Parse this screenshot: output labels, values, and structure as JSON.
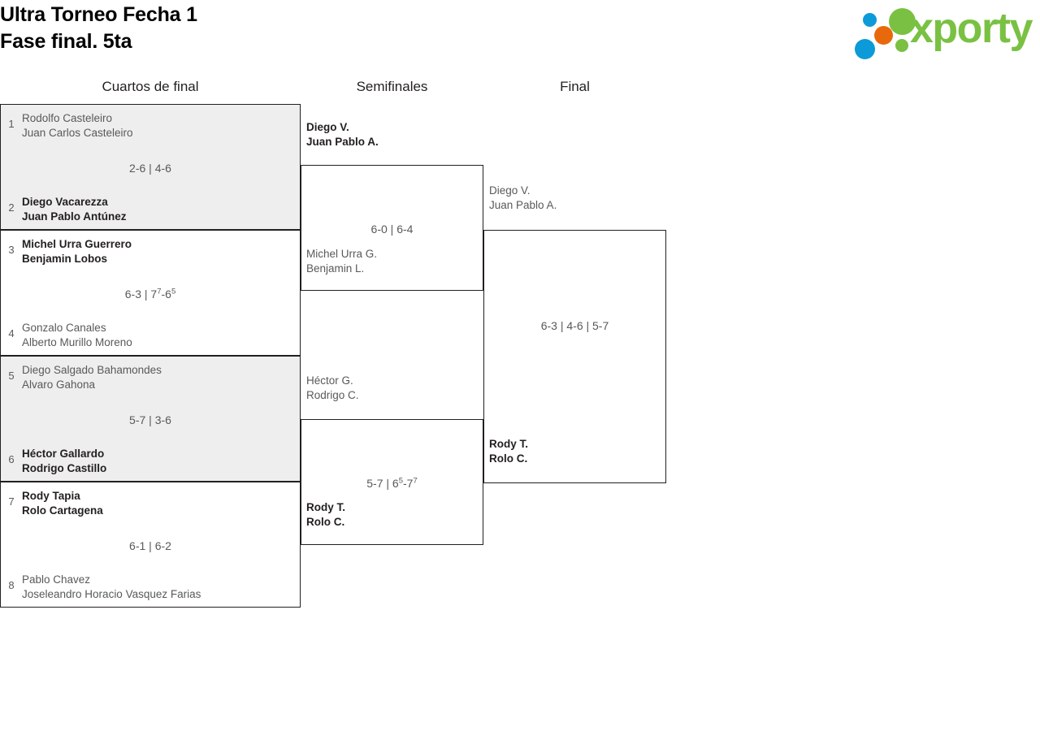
{
  "header": {
    "title_line1": "Ultra Torneo Fecha 1",
    "title_line2": "Fase final. 5ta",
    "logo_word": "xporty",
    "logo_colors": {
      "green": "#7ac143",
      "blue": "#0c9ad8",
      "orange": "#e8690b"
    }
  },
  "rounds": [
    {
      "label": "Cuartos de final"
    },
    {
      "label": "Semifinales"
    },
    {
      "label": "Final"
    }
  ],
  "quarterfinals": [
    {
      "shaded": true,
      "top": {
        "seed": "1",
        "player1": "Rodolfo Casteleiro",
        "player2": "Juan Carlos Casteleiro",
        "winner": false
      },
      "bottom": {
        "seed": "2",
        "player1": "Diego Vacarezza",
        "player2": "Juan Pablo Antúnez",
        "winner": true
      },
      "score": "2-6 | 4-6"
    },
    {
      "shaded": false,
      "top": {
        "seed": "3",
        "player1": "Michel Urra Guerrero",
        "player2": "Benjamin Lobos",
        "winner": true
      },
      "bottom": {
        "seed": "4",
        "player1": "Gonzalo Canales",
        "player2": "Alberto Murillo Moreno",
        "winner": false
      },
      "score": "6-3 | 7⁷-6⁵",
      "score_parts": [
        {
          "text": "6-3 | 7",
          "sup": "7"
        },
        {
          "text": "-6",
          "sup": "5"
        }
      ]
    },
    {
      "shaded": true,
      "top": {
        "seed": "5",
        "player1": "Diego Salgado Bahamondes",
        "player2": "Alvaro Gahona",
        "winner": false
      },
      "bottom": {
        "seed": "6",
        "player1": "Héctor Gallardo",
        "player2": "Rodrigo Castillo",
        "winner": true
      },
      "score": "5-7 | 3-6"
    },
    {
      "shaded": false,
      "top": {
        "seed": "7",
        "player1": "Rody Tapia",
        "player2": "Rolo Cartagena",
        "winner": true
      },
      "bottom": {
        "seed": "8",
        "player1": "Pablo Chavez",
        "player2": "Joseleandro Horacio Vasquez Farias",
        "winner": false
      },
      "score": "6-1 | 6-2"
    }
  ],
  "semifinals": [
    {
      "top": {
        "player1": "Diego V.",
        "player2": "Juan Pablo A.",
        "winner": true
      },
      "bottom": {
        "player1": "Michel Urra G.",
        "player2": "Benjamin L.",
        "winner": false
      },
      "score": "6-0 | 6-4"
    },
    {
      "top": {
        "player1": "Héctor G.",
        "player2": "Rodrigo C.",
        "winner": false
      },
      "bottom": {
        "player1": "Rody T.",
        "player2": "Rolo C.",
        "winner": true
      },
      "score": "5-7 | 6⁵-7⁷",
      "score_parts": [
        {
          "text": "5-7 | 6",
          "sup": "5"
        },
        {
          "text": "-7",
          "sup": "7"
        }
      ]
    }
  ],
  "final": {
    "top": {
      "player1": "Diego V.",
      "player2": "Juan Pablo A.",
      "winner": false
    },
    "bottom": {
      "player1": "Rody T.",
      "player2": "Rolo C.",
      "winner": true
    },
    "score": "6-3 | 4-6 | 5-7"
  }
}
